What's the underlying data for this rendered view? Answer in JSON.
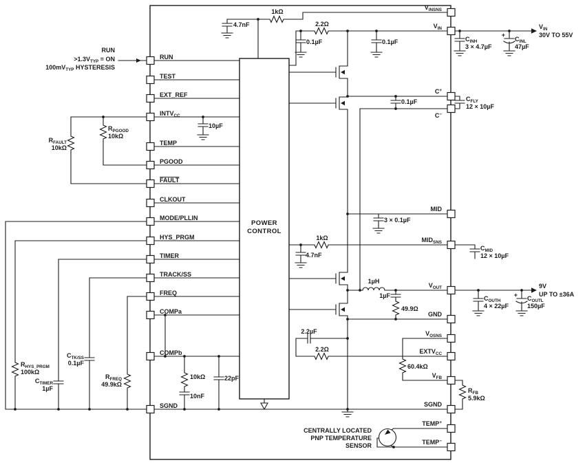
{
  "meta": {
    "background": "#ffffff",
    "ink": "#1a1a1a"
  },
  "power_control": {
    "line1": "POWER",
    "line2": "CONTROL"
  },
  "pins_left": [
    {
      "label": "RUN"
    },
    {
      "label": "TEST"
    },
    {
      "label": "EXT_REF"
    },
    {
      "label": "INTV",
      "sub": "CC"
    },
    {
      "label": "TEMP"
    },
    {
      "label": "PGOOD"
    },
    {
      "label": "FAULT"
    },
    {
      "label": "CLKOUT"
    },
    {
      "label": "MODE/PLLIN"
    },
    {
      "label": "HYS_PRGM"
    },
    {
      "label": "TIMER"
    },
    {
      "label": "TRACK/SS"
    },
    {
      "label": "FREQ"
    },
    {
      "label": "COMPa"
    },
    {
      "label": "COMPb"
    },
    {
      "label": "SGND"
    }
  ],
  "pins_right": [
    {
      "label": "V",
      "sub": "INSNS"
    },
    {
      "label": "V",
      "sub": "IN"
    },
    {
      "label": "C",
      "sup": "+"
    },
    {
      "label": "C",
      "sup": "−"
    },
    {
      "label": "MID"
    },
    {
      "label": "MID",
      "sub": "SNS"
    },
    {
      "label": "V",
      "sub": "OUT"
    },
    {
      "label": "GND"
    },
    {
      "label": "V",
      "sub": "OSNS"
    },
    {
      "label": "EXTV",
      "sub": "CC"
    },
    {
      "label": "V",
      "sub": "FB"
    },
    {
      "label": "SGND"
    },
    {
      "label": "TEMP",
      "sup": "+"
    },
    {
      "label": "TEMP",
      "sup": "−"
    }
  ],
  "values": {
    "r_vinsns": "1kΩ",
    "c_vinsns": "4.7nF",
    "r_vin": "2.2Ω",
    "c_vin1": "0.1µF",
    "c_vin2": "0.1µF",
    "c_intvcc": "10µF",
    "c_fly_hf": "0.1µF",
    "c_mid_hf": "3 × 0.1µF",
    "r_midsns": "1kΩ",
    "c_midsns": "4.7nF",
    "l1": "1µH",
    "c_snub": "1µF",
    "r_snub": "49.9Ω",
    "c_vcc": "2.2µF",
    "r_vcc": "2.2Ω",
    "r_fb_top": "60.4kΩ",
    "r_comp": "10kΩ",
    "c_comp_hf": "22pF",
    "c_comp": "10nF"
  },
  "ref_components": {
    "r_pgood": {
      "ref": "R",
      "sub": "PGOOD",
      "value": "10kΩ"
    },
    "r_fault": {
      "ref": "R",
      "sub": "FAULT",
      "value": "10kΩ"
    },
    "r_hys": {
      "ref": "R",
      "sub": "HYS_PRGM",
      "value": "100kΩ"
    },
    "c_timer": {
      "ref": "C",
      "sub": "TIMER",
      "value": "1µF"
    },
    "c_tkss": {
      "ref": "C",
      "sub": "TK/SS",
      "value": "0.1µF"
    },
    "r_freq": {
      "ref": "R",
      "sub": "FREQ",
      "value": "49.9kΩ"
    },
    "c_inh": {
      "ref": "C",
      "sub": "INH",
      "value": "3 × 4.7µF"
    },
    "c_inl": {
      "ref": "C",
      "sub": "INL",
      "value": "47µF"
    },
    "c_fly": {
      "ref": "C",
      "sub": "FLY",
      "value": "12 × 10µF"
    },
    "c_mid": {
      "ref": "C",
      "sub": "MID",
      "value": "12 × 10µF"
    },
    "c_outh": {
      "ref": "C",
      "sub": "OUTH",
      "value": "4 × 22µF"
    },
    "c_outl": {
      "ref": "C",
      "sub": "OUTL",
      "value": "150µF"
    },
    "r_fb": {
      "ref": "R",
      "sub": "FB",
      "value": "5.9kΩ"
    }
  },
  "annotations": {
    "run_title": "RUN",
    "run_on_pre": ">1.3V",
    "run_on_sub": "TYP",
    "run_on_post": " = ON",
    "run_hys_pre": "100mV",
    "run_hys_sub": "TYP",
    "run_hys_post": " HYSTERESIS",
    "vin_rail_label": "V",
    "vin_rail_sub": "IN",
    "vin_rail_range": "30V TO 55V",
    "vout_rail_v": "9V",
    "vout_rail_i": "UP TO ±36A",
    "plus": "+",
    "temp_note1": "CENTRALLY LOCATED",
    "temp_note2": "PNP TEMPERATURE",
    "temp_note3": "SENSOR"
  }
}
